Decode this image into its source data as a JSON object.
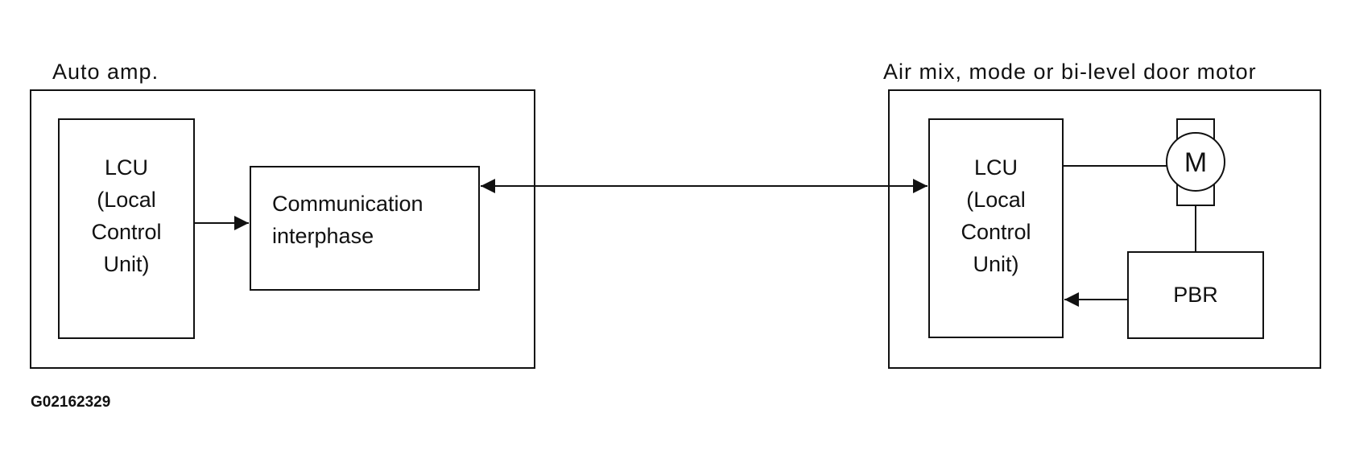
{
  "auto_amp": {
    "label": "Auto amp.",
    "lcu": {
      "line1": "LCU",
      "line2": "(Local",
      "line3": "Control",
      "line4": "Unit)"
    },
    "communication": {
      "line1": "Communication",
      "line2": "interphase"
    }
  },
  "door_motor": {
    "label": "Air mix, mode or bi-level door motor",
    "lcu": {
      "line1": "LCU",
      "line2": "(Local",
      "line3": "Control",
      "line4": "Unit)"
    },
    "motor_symbol": "M",
    "pbr": "PBR"
  },
  "figure_id": "G02162329"
}
